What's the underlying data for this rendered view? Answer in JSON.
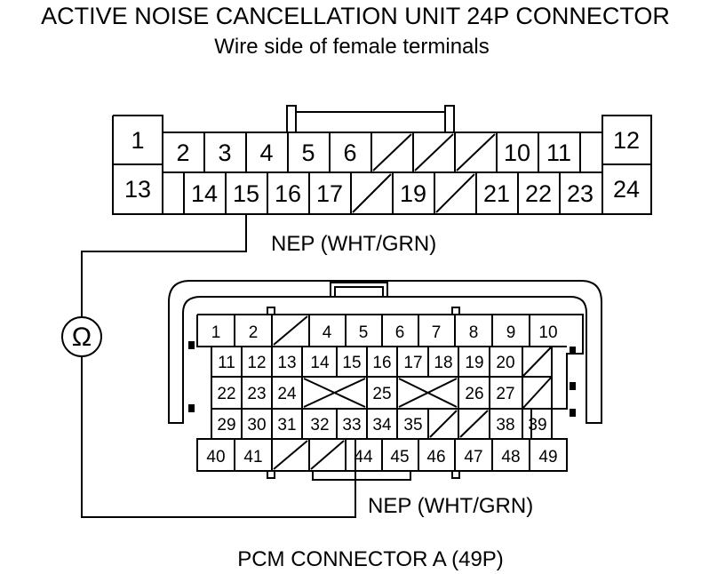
{
  "title": "ACTIVE NOISE CANCELLATION UNIT 24P CONNECTOR",
  "subtitle": "Wire side of female terminals",
  "connector24": {
    "pins": [
      "1",
      "2",
      "3",
      "4",
      "5",
      "6",
      "10",
      "11",
      "12",
      "13",
      "14",
      "15",
      "16",
      "17",
      "19",
      "21",
      "22",
      "23",
      "24"
    ]
  },
  "wire_label_top": "NEP (WHT/GRN)",
  "ohmmeter_symbol": "Ω",
  "connector49": {
    "pins": [
      "1",
      "2",
      "4",
      "5",
      "6",
      "7",
      "8",
      "9",
      "10",
      "11",
      "12",
      "13",
      "14",
      "15",
      "16",
      "17",
      "18",
      "19",
      "20",
      "22",
      "23",
      "24",
      "25",
      "26",
      "27",
      "29",
      "30",
      "31",
      "32",
      "33",
      "34",
      "35",
      "38",
      "39",
      "40",
      "41",
      "44",
      "45",
      "46",
      "47",
      "48",
      "49"
    ]
  },
  "wire_label_bottom": "NEP (WHT/GRN)",
  "caption": "PCM CONNECTOR A (49P)"
}
